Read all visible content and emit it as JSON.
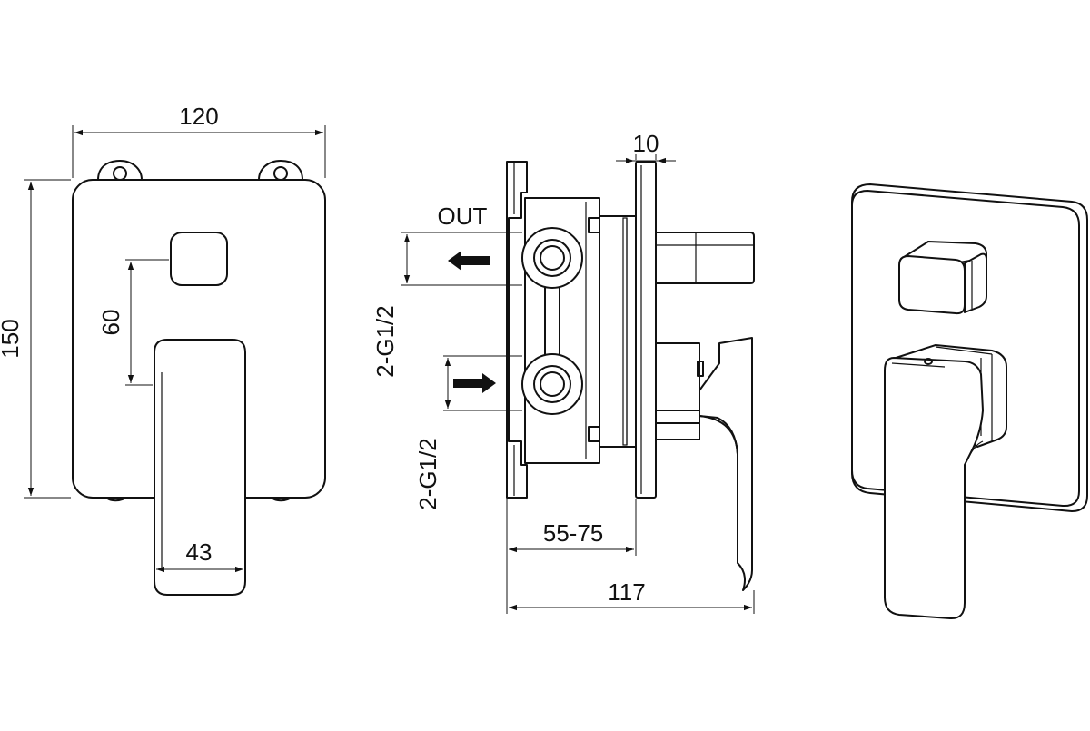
{
  "dimensions": {
    "width_label": "120",
    "height_label": "150",
    "knob_offset_label": "60",
    "lever_width_label": "43",
    "plate_thickness_label": "10",
    "depth_range_label": "55-75",
    "total_depth_label": "117"
  },
  "connections": {
    "out_label": "OUT",
    "outlet_thread_label": "2-G1/2",
    "inlet_thread_label": "2-G1/2"
  },
  "colors": {
    "line": "#111111",
    "background": "#ffffff"
  }
}
